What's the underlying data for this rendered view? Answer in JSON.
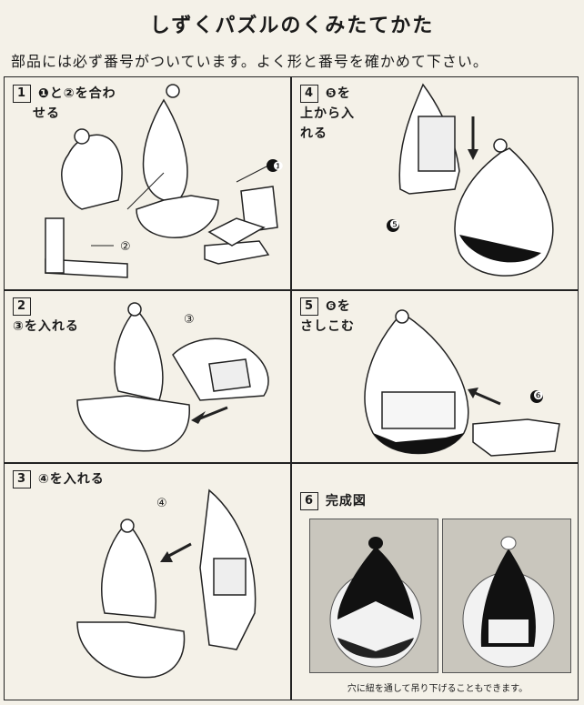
{
  "title": "しずくパズルのくみたてかた",
  "intro": "部品には必ず番号がついています。よく形と番号を確かめて下さい。",
  "steps": [
    {
      "num": "1",
      "text": "❶と②を合わ",
      "text2": "せる"
    },
    {
      "num": "2",
      "text": "③を入れる"
    },
    {
      "num": "3",
      "text": "④を入れる"
    },
    {
      "num": "4",
      "text": "❺を",
      "text2": "上から入",
      "text3": "れる"
    },
    {
      "num": "5",
      "text": "❻を",
      "text2": "さしこむ"
    },
    {
      "num": "6",
      "text": "完成図"
    }
  ],
  "labels": {
    "p1": "❶",
    "p2": "②",
    "p3": "③",
    "p4": "④",
    "p5": "❺",
    "p6": "❻"
  },
  "caption": "穴に紐を通して吊り下げることもできます。"
}
